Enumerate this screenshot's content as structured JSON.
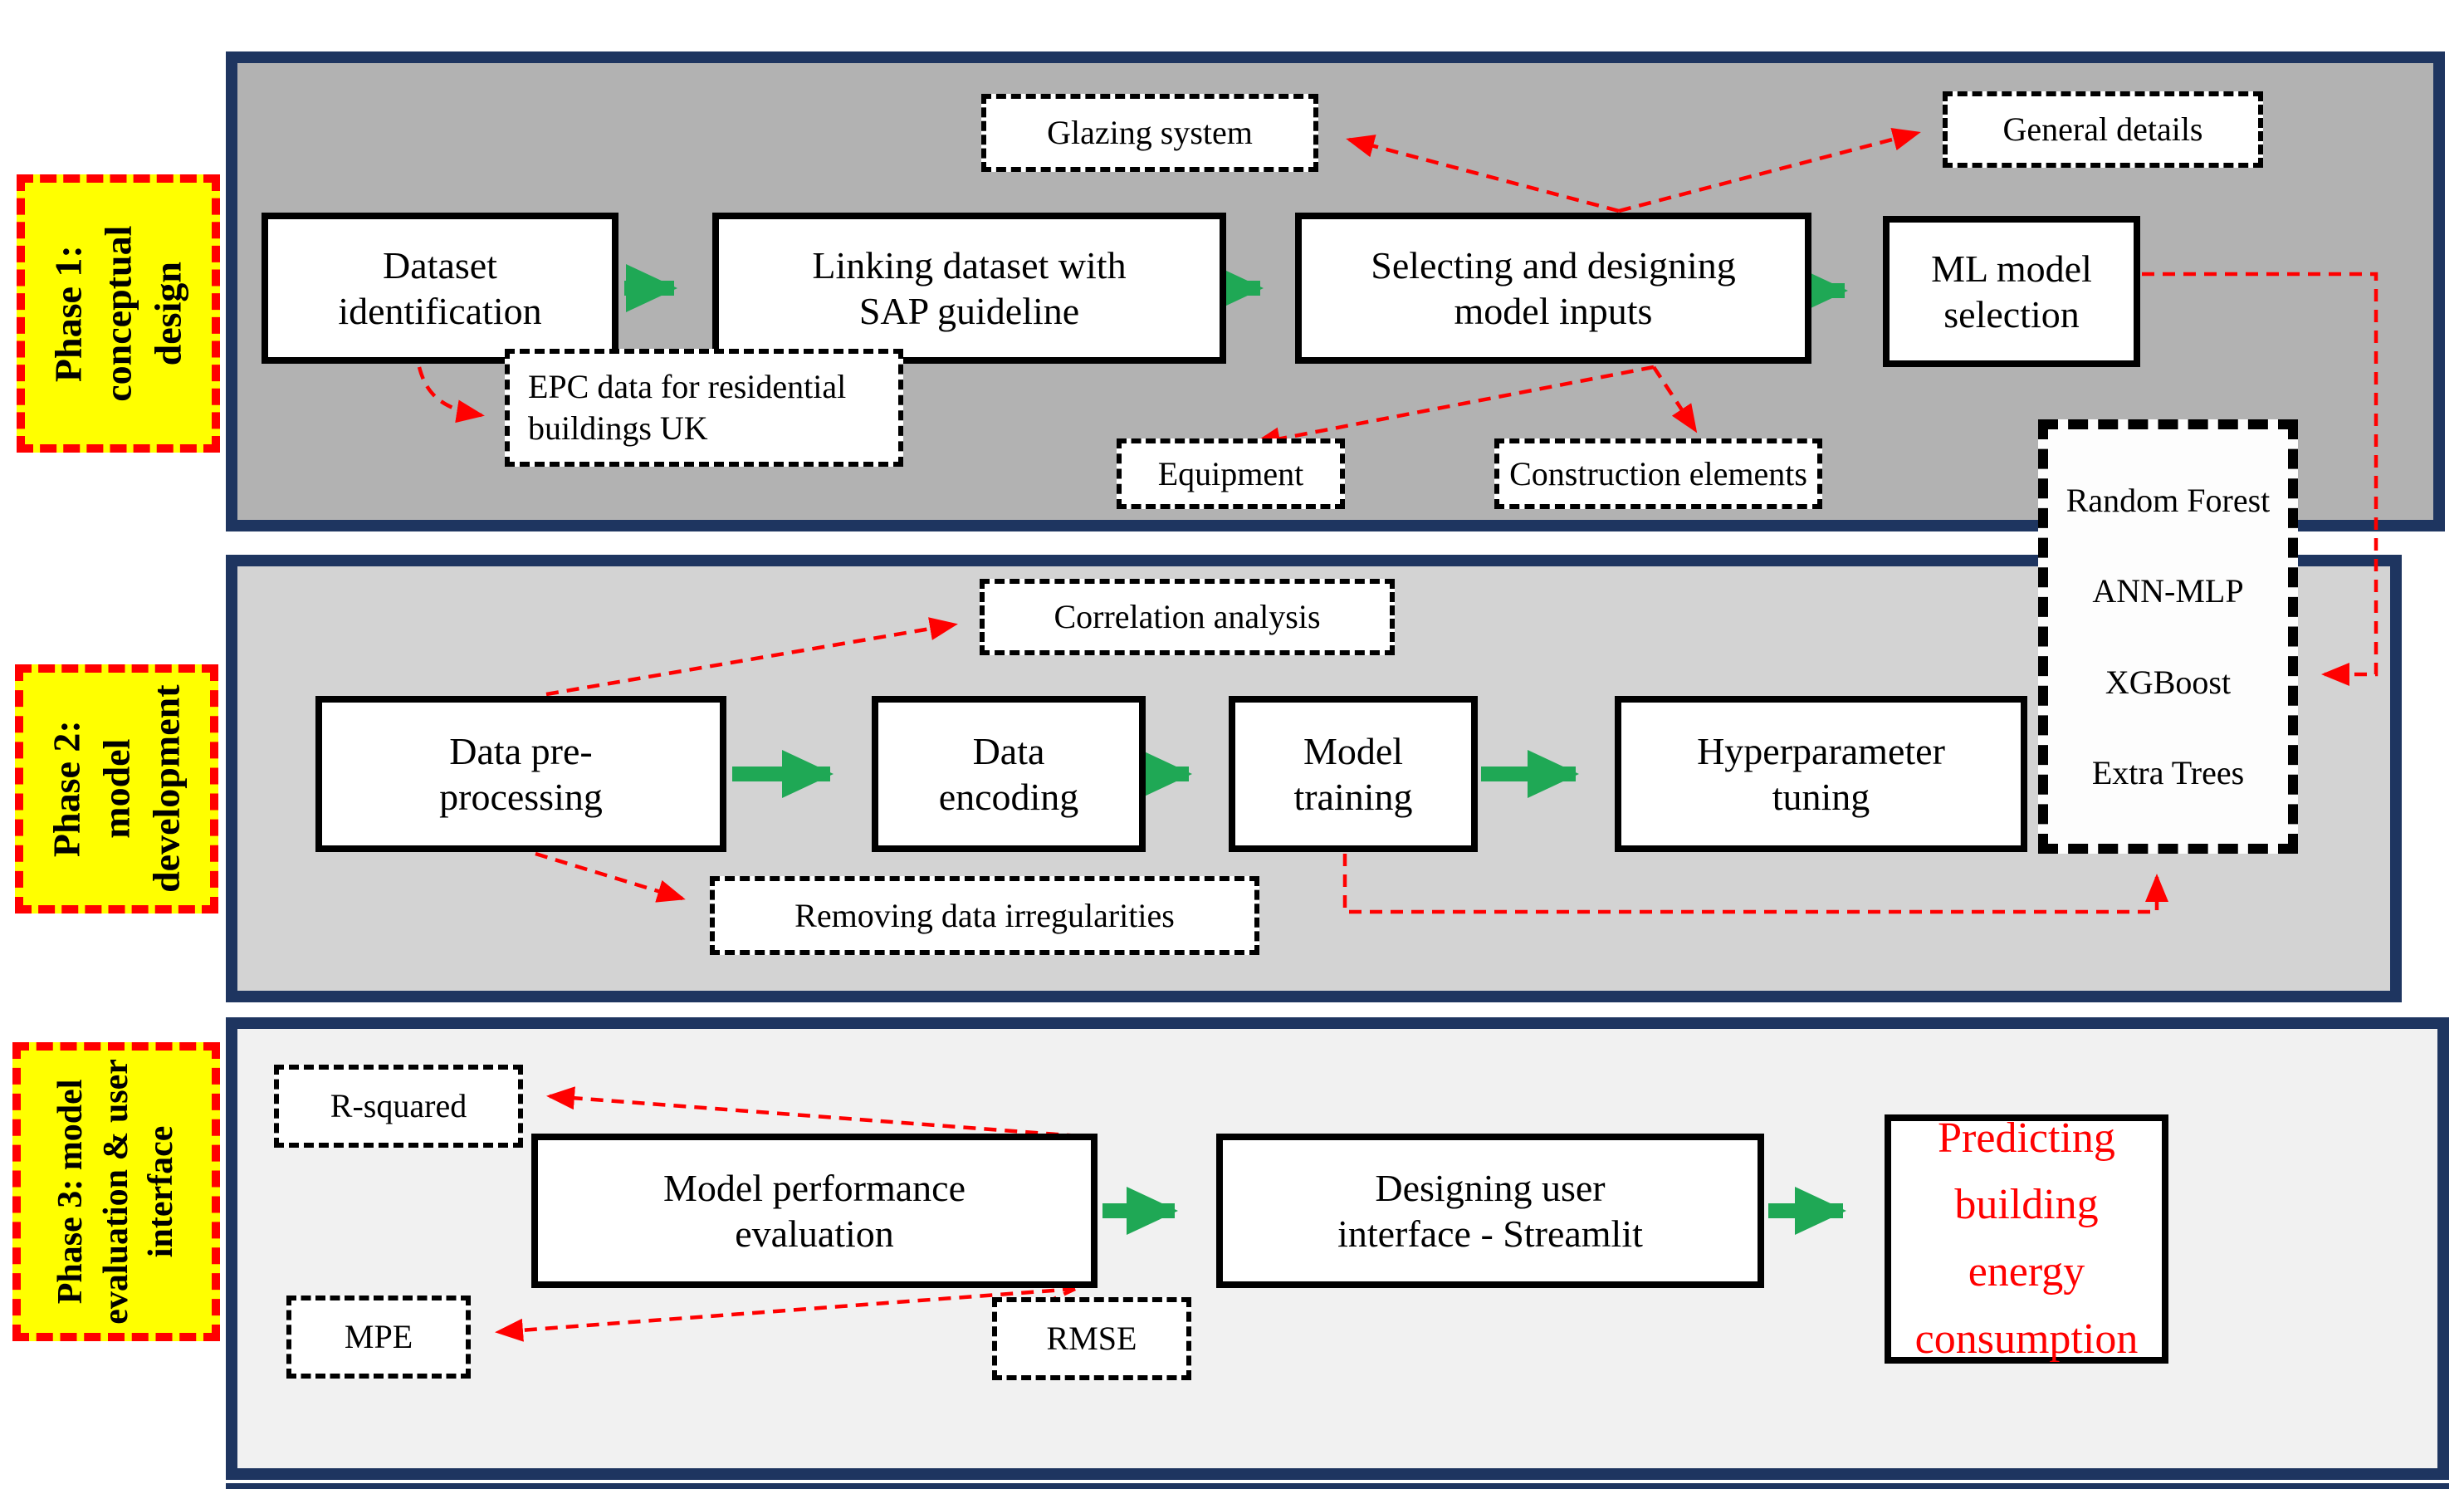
{
  "title": "Three-phase machine learning methodology flowchart",
  "colors": {
    "panel_border": "#1e3560",
    "panel1_bg": "#b2b2b2",
    "panel2_bg": "#d3d3d3",
    "panel3_bg": "#f1f1f1",
    "phase_label_bg": "#ffff00",
    "phase_label_border": "#ff0000",
    "arrow_green": "#1fa855",
    "connector_red": "#ff0000",
    "result_text": "#ff0000"
  },
  "phase1": {
    "label": [
      "Phase 1:",
      "conceptual",
      "design"
    ],
    "dataset": [
      "Dataset",
      "identification"
    ],
    "linking": [
      "Linking dataset with",
      "SAP guideline"
    ],
    "selecting": [
      "Selecting and designing",
      "model inputs"
    ],
    "ml_selection": [
      "ML model",
      "selection"
    ],
    "glazing": "Glazing system",
    "general_details": "General details",
    "epc": [
      "EPC data for residential",
      "buildings UK"
    ],
    "equipment": "Equipment",
    "construction": "Construction elements"
  },
  "ml_models": [
    "Random Forest",
    "ANN-MLP",
    "XGBoost",
    "Extra Trees"
  ],
  "phase2": {
    "label": [
      "Phase 2:",
      "model",
      "development"
    ],
    "correlation": "Correlation analysis",
    "pre_processing": [
      "Data pre-",
      "processing"
    ],
    "encoding": [
      "Data",
      "encoding"
    ],
    "training": [
      "Model",
      "training"
    ],
    "hyperparameter": [
      "Hyperparameter",
      "tuning"
    ],
    "removing": "Removing data irregularities"
  },
  "phase3": {
    "label": [
      "Phase 3: model",
      "evaluation & user",
      "interface"
    ],
    "r_squared": "R-squared",
    "evaluation": [
      "Model performance",
      "evaluation"
    ],
    "streamlit": [
      "Designing user",
      "interface - Streamlit"
    ],
    "predicting": [
      "Predicting",
      "building energy",
      "consumption"
    ],
    "mpe": "MPE",
    "rmse": "RMSE"
  }
}
